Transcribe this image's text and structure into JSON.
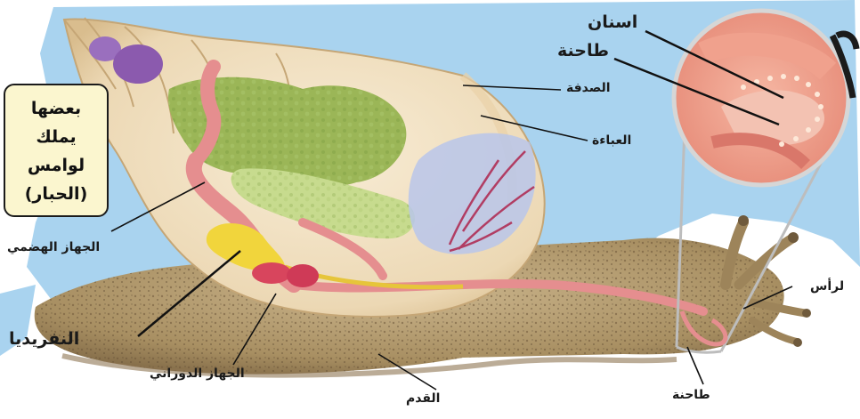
{
  "labels": {
    "teeth": "اسنان",
    "radula_top": "طاحنة",
    "shell": "الصدفة",
    "mantle": "العباءة",
    "digestive": "الجهاز الهضمي",
    "head": "لرأس",
    "nephridia": "النفريديا",
    "circulatory": "الجهاز الدوراني",
    "foot": "القدم",
    "radula_bottom": "طاحنة"
  },
  "note": {
    "lines": [
      "بعضها",
      "يملك",
      "لوامس",
      "(الحبار)"
    ]
  },
  "colors": {
    "water": "#a9d3ef",
    "body": "#b39a70",
    "shell": "#efdbb9",
    "gland": "#9bb657",
    "tube": "#e58e8f",
    "note_bg": "#fbf6cf"
  }
}
